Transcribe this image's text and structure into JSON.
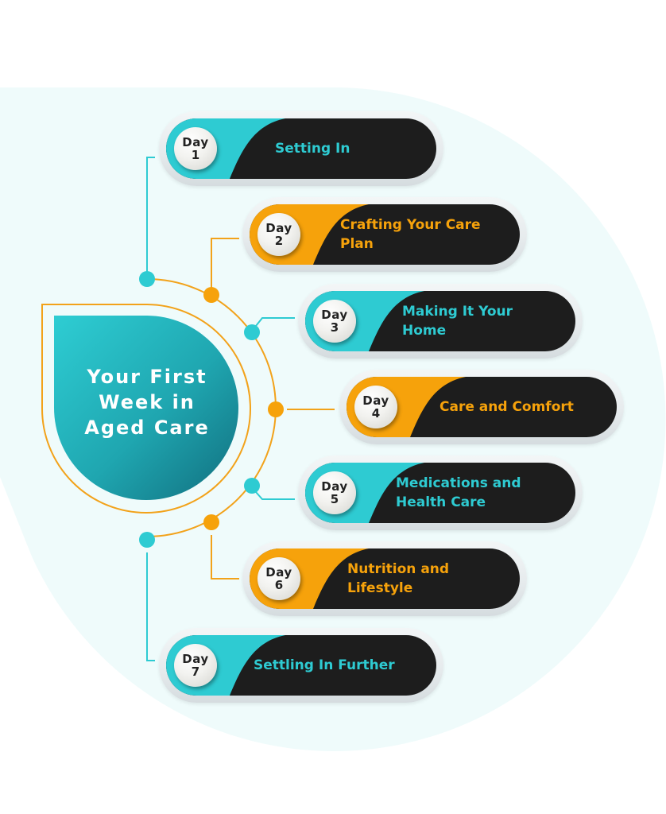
{
  "title": {
    "line1": "Your First",
    "line2": "Week in",
    "line3": "Aged Care"
  },
  "colors": {
    "teal": "#2ECBD2",
    "orange": "#F6A20B",
    "dark": "#1D1D1D",
    "background": "#EFFBFB",
    "drop_dark": "#137380"
  },
  "days": [
    {
      "day_label": "Day",
      "number": "1",
      "title_line1": "Setting In",
      "title_line2": "",
      "accent": "teal"
    },
    {
      "day_label": "Day",
      "number": "2",
      "title_line1": "Crafting Your Care",
      "title_line2": "Plan",
      "accent": "orange"
    },
    {
      "day_label": "Day",
      "number": "3",
      "title_line1": "Making It Your",
      "title_line2": "Home",
      "accent": "teal"
    },
    {
      "day_label": "Day",
      "number": "4",
      "title_line1": "Care and Comfort",
      "title_line2": "",
      "accent": "orange"
    },
    {
      "day_label": "Day",
      "number": "5",
      "title_line1": "Medications and",
      "title_line2": "Health Care",
      "accent": "teal"
    },
    {
      "day_label": "Day",
      "number": "6",
      "title_line1": "Nutrition and",
      "title_line2": "Lifestyle",
      "accent": "orange"
    },
    {
      "day_label": "Day",
      "number": "7",
      "title_line1": "Settling In Further",
      "title_line2": "",
      "accent": "teal"
    }
  ]
}
